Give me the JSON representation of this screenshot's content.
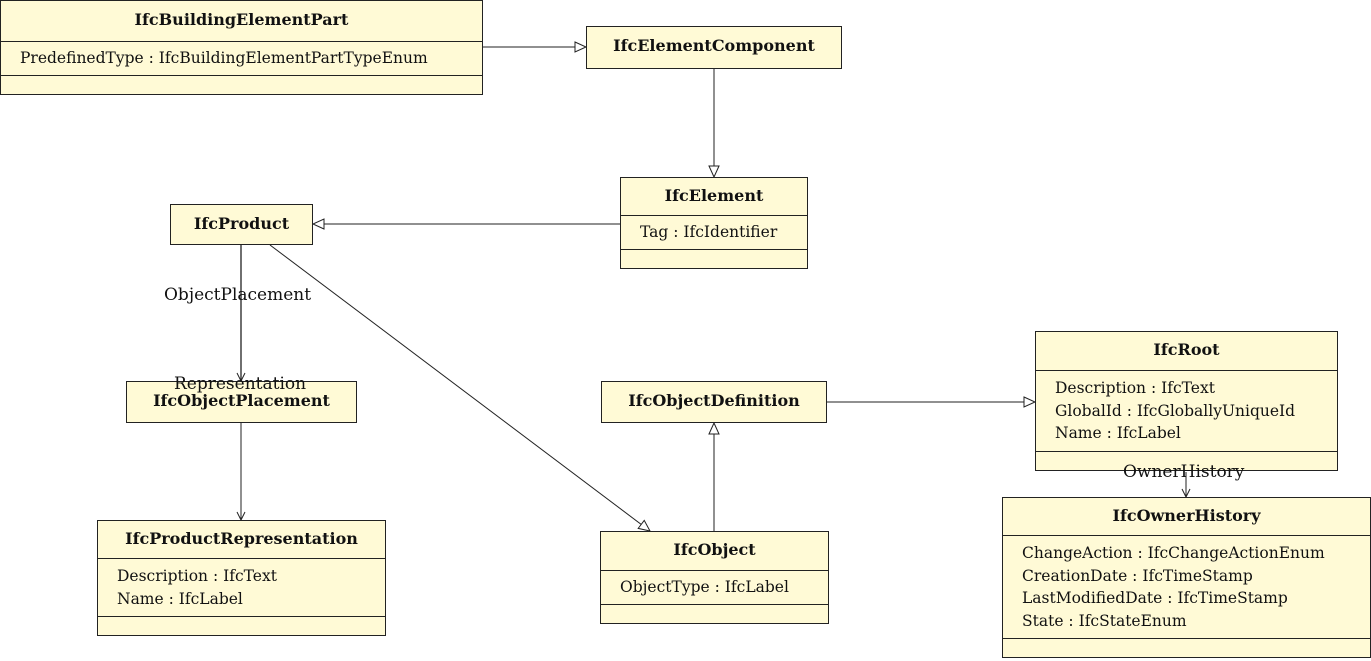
{
  "diagram": {
    "classes": {
      "part": {
        "name": "IfcBuildingElementPart",
        "attrs": [
          "PredefinedType : IfcBuildingElementPartTypeEnum"
        ]
      },
      "component": {
        "name": "IfcElementComponent"
      },
      "element": {
        "name": "IfcElement",
        "attrs": [
          "Tag : IfcIdentifier"
        ]
      },
      "product": {
        "name": "IfcProduct"
      },
      "placement": {
        "name": "IfcObjectPlacement"
      },
      "objdef": {
        "name": "IfcObjectDefinition"
      },
      "root": {
        "name": "IfcRoot",
        "attrs": [
          "Description : IfcText",
          "GlobalId : IfcGloballyUniqueId",
          "Name : IfcLabel"
        ]
      },
      "prodrep": {
        "name": "IfcProductRepresentation",
        "attrs": [
          "Description : IfcText",
          "Name : IfcLabel"
        ]
      },
      "object": {
        "name": "IfcObject",
        "attrs": [
          "ObjectType : IfcLabel"
        ]
      },
      "owner": {
        "name": "IfcOwnerHistory",
        "attrs": [
          "ChangeAction : IfcChangeActionEnum",
          "CreationDate : IfcTimeStamp",
          "LastModifiedDate : IfcTimeStamp",
          "State : IfcStateEnum"
        ]
      }
    },
    "relations": {
      "object_placement": "ObjectPlacement",
      "representation": "Representation",
      "owner_history": "OwnerHistory"
    },
    "generalizations": [
      "IfcBuildingElementPart → IfcElementComponent",
      "IfcElementComponent → IfcElement",
      "IfcElement → IfcProduct",
      "IfcProduct → IfcObject",
      "IfcObject → IfcObjectDefinition",
      "IfcObjectDefinition → IfcRoot"
    ],
    "associations": [
      "IfcProduct → IfcObjectPlacement (ObjectPlacement)",
      "IfcObjectPlacement → IfcProductRepresentation (Representation)",
      "IfcRoot → IfcOwnerHistory (OwnerHistory)"
    ]
  }
}
